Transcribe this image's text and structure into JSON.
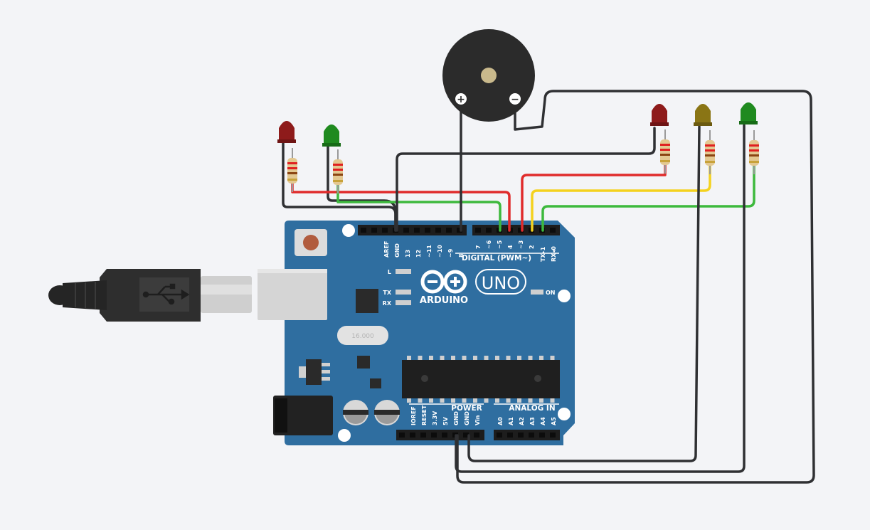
{
  "board": {
    "brand": "ARDUINO",
    "model": "UNO",
    "digital_header": "DIGITAL (PWM~)",
    "power_header": "POWER",
    "analog_header": "ANALOG IN",
    "led_l": "L",
    "led_tx": "TX",
    "led_rx": "RX",
    "led_on": "ON",
    "crystal": "16.000",
    "digital_pins": [
      "AREF",
      "GND",
      "13",
      "12",
      "~11",
      "~10",
      "~9",
      "8",
      "7",
      "~6",
      "~5",
      "4",
      "~3",
      "2",
      "TX▸1",
      "RX◂0"
    ],
    "power_pins": [
      "IOREF",
      "RESET",
      "3.3V",
      "5V",
      "GND",
      "GND",
      "Vin"
    ],
    "analog_pins": [
      "A0",
      "A1",
      "A2",
      "A3",
      "A4",
      "A5"
    ]
  },
  "buzzer": {
    "plus": "+",
    "minus": "−"
  },
  "colors": {
    "board": "#2f6ea0",
    "wire_red": "#e02b2b",
    "wire_green": "#3db93d",
    "wire_yellow": "#f4d21e",
    "wire_black": "#2f3033",
    "led_red": "#8e1b1b",
    "led_green": "#1f8a1f",
    "led_yellow": "#8a7515"
  },
  "icons": [
    "usb-icon"
  ]
}
